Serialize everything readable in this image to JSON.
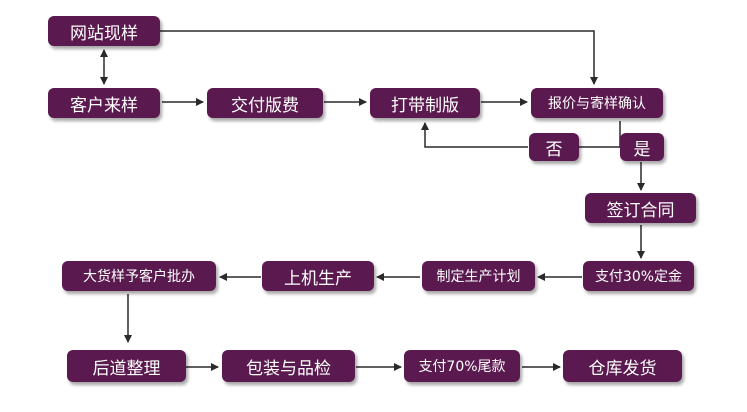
{
  "nodes": {
    "website_sample": "网站现样",
    "customer_sample": "客户来样",
    "pay_plate_fee": "交付版费",
    "make_plate": "打带制版",
    "quote_send_sample": "报价与寄样确认",
    "no": "否",
    "yes": "是",
    "sign_contract": "签订合同",
    "pay_deposit": "支付30%定金",
    "production_plan": "制定生产计划",
    "machine_production": "上机生产",
    "bulk_sample_approval": "大货样予客户批办",
    "finishing": "后道整理",
    "pack_inspect": "包装与品检",
    "pay_balance": "支付70%尾款",
    "warehouse_ship": "仓库发货"
  },
  "colors": {
    "node_fill": "#5b1a4f",
    "node_text": "#ffffff",
    "arrow": "#2a2a2a"
  }
}
